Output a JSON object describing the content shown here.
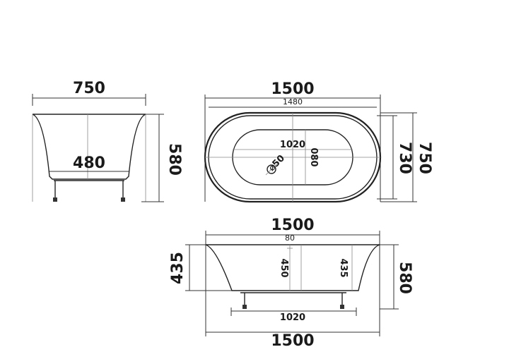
{
  "side_view": {
    "width_top": "750",
    "width_bottom": "480",
    "height": "580"
  },
  "top_view": {
    "length_outer": "1500",
    "length_inner": "1480",
    "basin_length": "1020",
    "basin_width": "080",
    "drain": "⌀50",
    "width_inner": "730",
    "width_outer": "750"
  },
  "front_view": {
    "length_top": "1500",
    "offset_top": "80",
    "depth_left": "435",
    "inner_depth": "450",
    "inner_depth_right": "435",
    "height_right": "580",
    "feet_span": "1020",
    "length_bottom": "1500"
  }
}
